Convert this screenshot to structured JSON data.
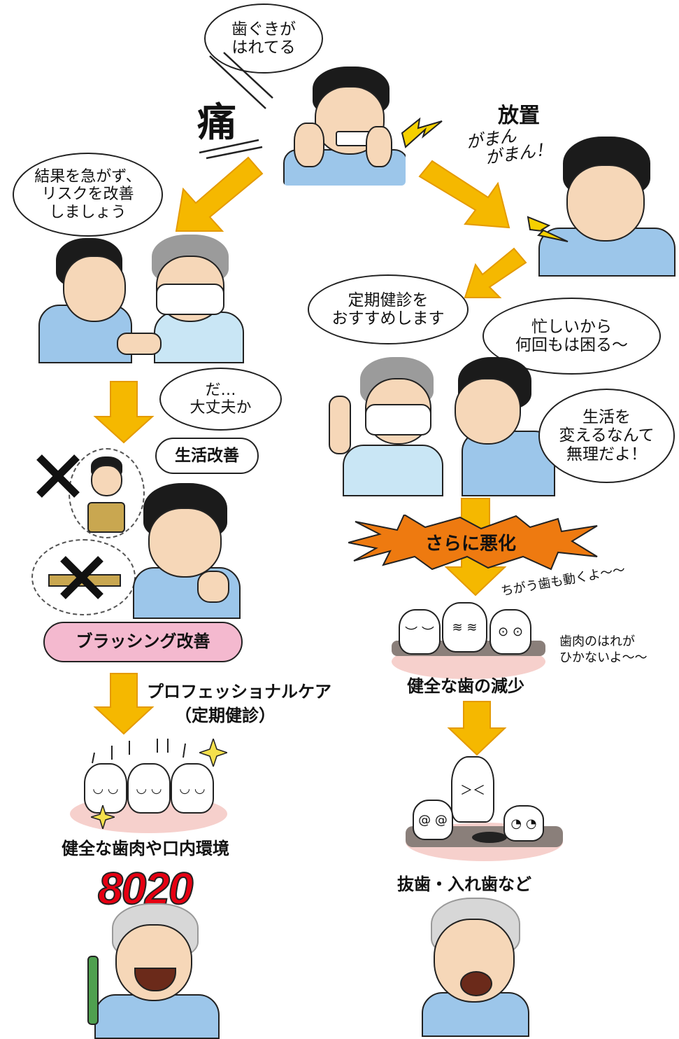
{
  "colors": {
    "arrow": "#f5b800",
    "arrow_stroke": "#e49a00",
    "shirt": "#9cc6ea",
    "brushing_badge": "#f4b9cf",
    "burst_fill": "#ee7a10",
    "logo_red": "#e60012",
    "gum_pink": "#f6d0cc",
    "gum_gray": "#8a7f7a"
  },
  "top": {
    "bubble": "歯ぐきが\nはれてる",
    "pain_glyph": "痛"
  },
  "left": {
    "dentist_bubble": "結果を急がず、\nリスクを改善\nしましょう",
    "patient_bubble": "だ…\n大丈夫か",
    "lifestyle_label": "生活改善",
    "brushing_label": "ブラッシング改善",
    "pro_care_line1": "プロフェッショナルケア",
    "pro_care_line2": "（定期健診）",
    "healthy_caption": "健全な歯肉や口内環境",
    "goal_logo": "8020"
  },
  "right": {
    "neglect_label": "放置",
    "gaman_text": "がまん\n　がまん！",
    "dentist_bubble": "定期健診を\nおすすめします",
    "busy_bubble": "忙しいから\n何回もは困る～",
    "life_bubble": "生活を\n変えるなんて\n無理だよ！",
    "worse_label": "さらに悪化",
    "moving_note": "ちがう歯も動くよ～～",
    "swelling_note": "歯肉のはれが\nひかないよ～～",
    "decrease_caption": "健全な歯の減少",
    "extraction_caption": "抜歯・入れ歯など"
  }
}
